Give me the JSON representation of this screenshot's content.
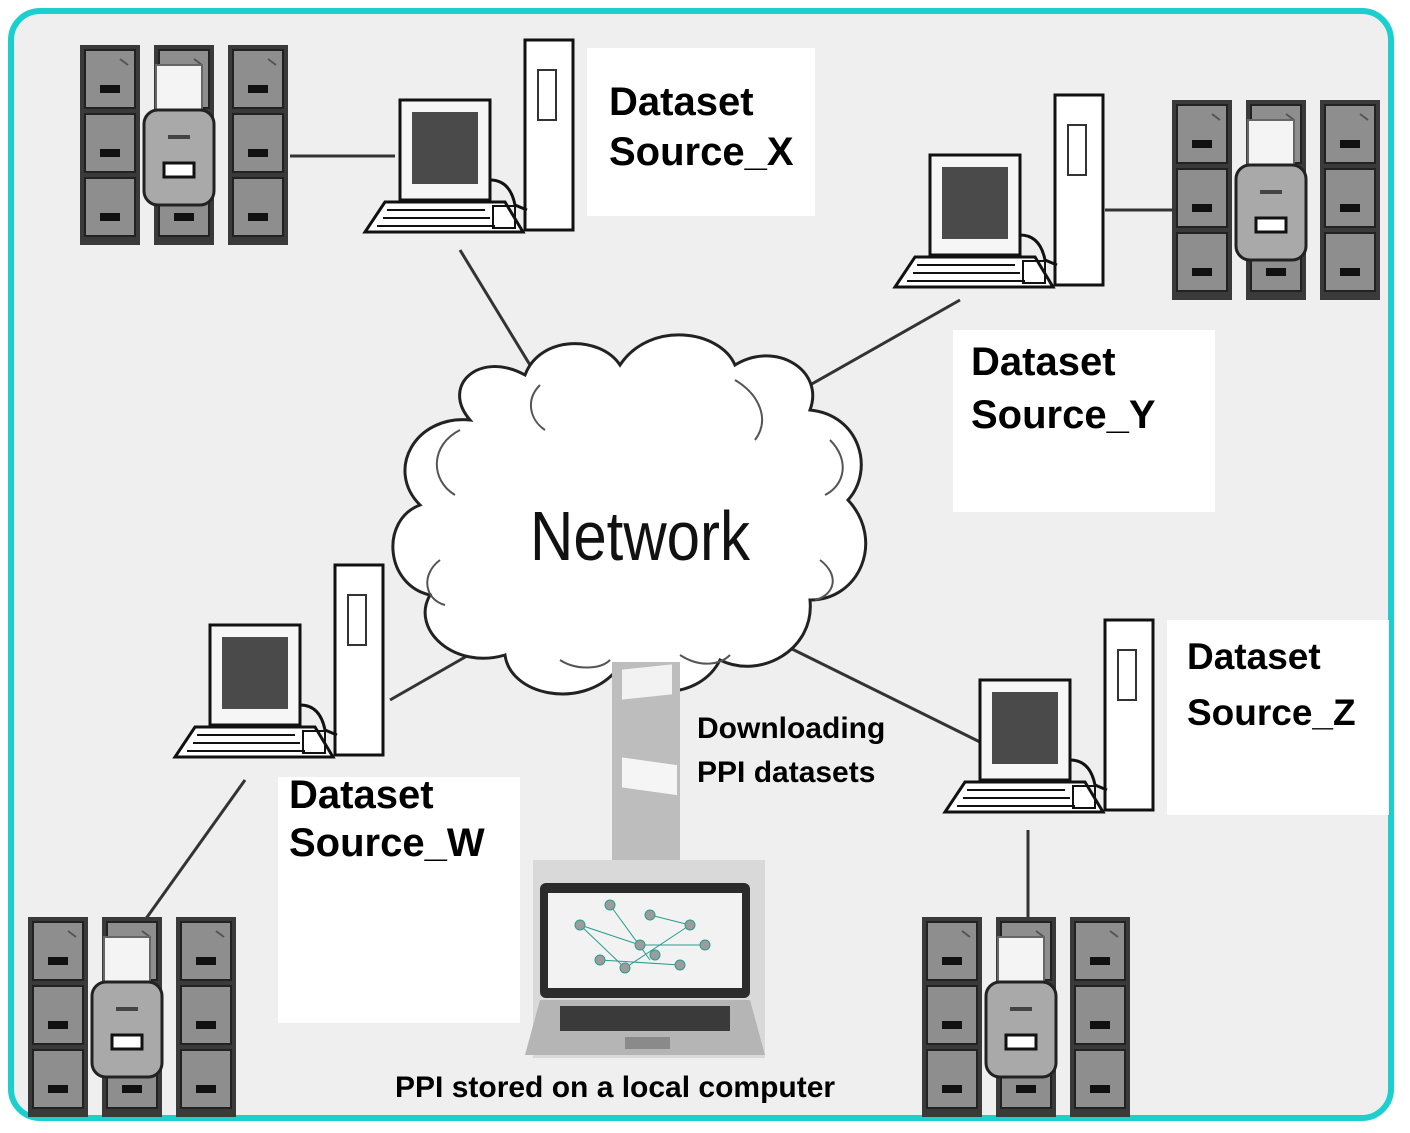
{
  "diagram": {
    "network_label": "Network",
    "sources": [
      {
        "line1": "Dataset",
        "line2": "Source_X"
      },
      {
        "line1": "Dataset",
        "line2": "Source_Y"
      },
      {
        "line1": "Dataset",
        "line2": "Source_W"
      },
      {
        "line1": "Dataset",
        "line2": "Source_Z"
      }
    ],
    "download_label": {
      "line1": "Downloading",
      "line2": "PPI datasets"
    },
    "local_label": "PPI stored on a local computer",
    "colors": {
      "frame": "#1ccfcf",
      "background": "#efefef",
      "drawer": "#8a8a8a",
      "screen": "#444444"
    }
  }
}
